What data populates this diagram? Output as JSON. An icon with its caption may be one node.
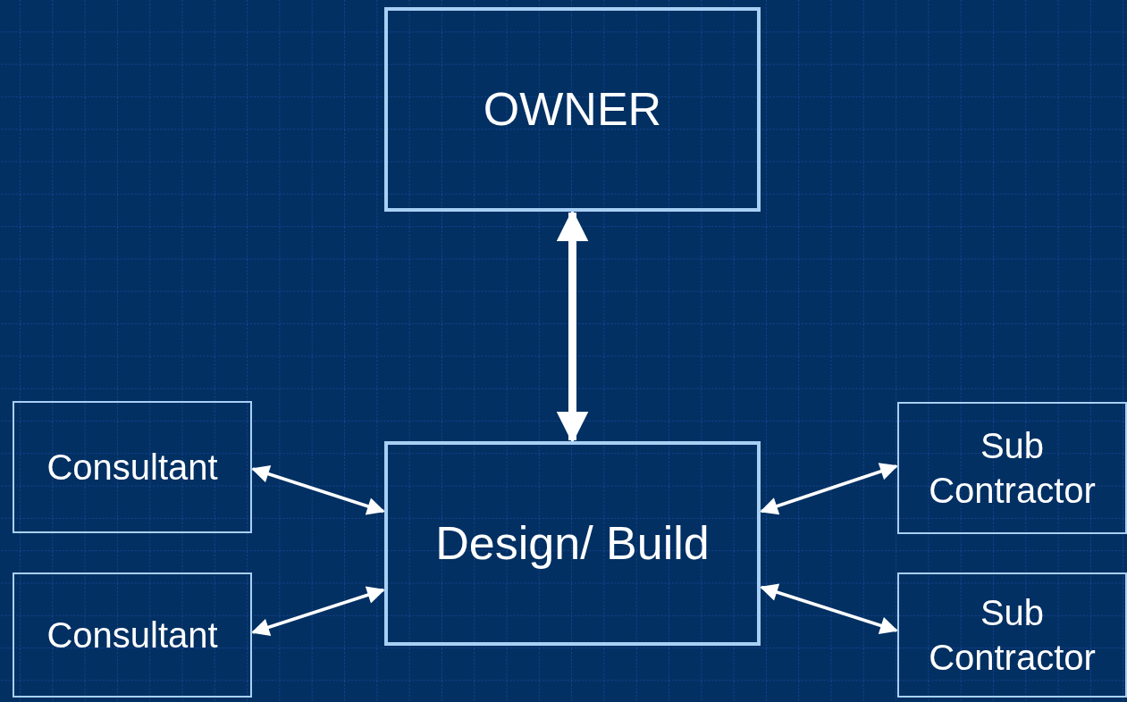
{
  "diagram": {
    "nodes": [
      {
        "text": [
          "OWNER"
        ]
      },
      {
        "text": [
          "Design/ Build"
        ]
      },
      {
        "text": [
          "Consultant"
        ]
      },
      {
        "text": [
          "Consultant"
        ]
      },
      {
        "text": [
          "Sub Contractor"
        ]
      },
      {
        "text": [
          "Sub Contractor"
        ]
      }
    ],
    "edges": [
      {
        "from": 0,
        "to": 1,
        "arrow": "both",
        "style": "thick"
      },
      {
        "from": 2,
        "to": 1,
        "arrow": "both"
      },
      {
        "from": 3,
        "to": 1,
        "arrow": "both"
      },
      {
        "from": 1,
        "to": 4,
        "arrow": "both"
      },
      {
        "from": 1,
        "to": 5,
        "arrow": "both"
      }
    ]
  }
}
